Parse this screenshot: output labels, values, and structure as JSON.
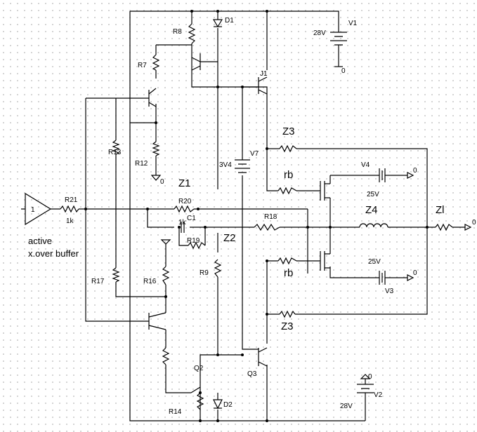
{
  "labels": {
    "r8": "R8",
    "d1": "D1",
    "v1": "V1",
    "v1_value": "28V",
    "v1_gnd": "0",
    "r7": "R7",
    "j1": "J1",
    "r13": "R13",
    "r12": "R12",
    "gnd_r12": "0",
    "v7": "V7",
    "v7_value": "3V4",
    "z3_top": "Z3",
    "rb_top": "rb",
    "v4": "V4",
    "v4_value": "25V",
    "v4_gnd": "0",
    "z1": "Z1",
    "r20": "R20",
    "c1": "C1",
    "c1_value": "1k",
    "r21": "R21",
    "r21_value": "1k",
    "buffer_gain": "1",
    "r18": "R18",
    "z4": "Z4",
    "zl": "Zl",
    "out_gnd": "0",
    "z2": "Z2",
    "r19": "R19",
    "caption_line1": "active",
    "caption_line2": "x.over buffer",
    "rb_bottom": "rb",
    "v3_value": "25V",
    "v3": "V3",
    "v3_gnd": "0",
    "r9": "R9",
    "r17": "R17",
    "r16": "R16",
    "z3_bottom": "Z3",
    "q3": "Q3",
    "q2": "Q2",
    "r14": "R14",
    "d2": "D2",
    "v2": "V2",
    "v2_value": "28V",
    "v2_gnd": "0"
  }
}
